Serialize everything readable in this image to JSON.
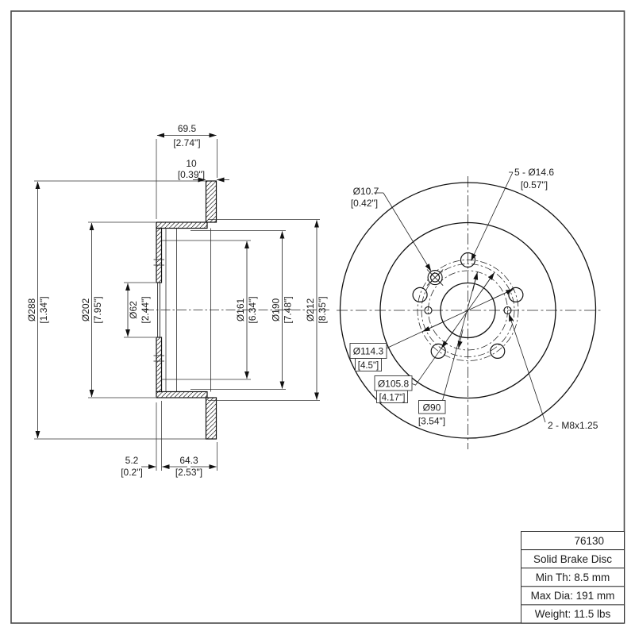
{
  "section": {
    "dims": {
      "total_width": {
        "mm": "69.5",
        "in": "[2.74\"]"
      },
      "disc_thickness": {
        "mm": "10",
        "in": "[0.39\"]"
      },
      "outer_diameter": {
        "mm": "Ø288",
        "in": "[1.34\"]"
      },
      "hat_diameter": {
        "mm": "Ø202",
        "in": "[7.95\"]"
      },
      "center_bore": {
        "mm": "Ø62",
        "in": "[2.44\"]"
      },
      "inner_dia_161": {
        "mm": "Ø161",
        "in": "[6.34\"]"
      },
      "inner_dia_190": {
        "mm": "Ø190",
        "in": "[7.48\"]"
      },
      "inner_dia_212": {
        "mm": "Ø212",
        "in": "[8.35\"]"
      },
      "plate_thickness": {
        "mm": "5.2",
        "in": "[0.2\"]"
      },
      "hat_depth": {
        "mm": "64.3",
        "in": "[2.53\"]"
      }
    }
  },
  "front": {
    "labels": {
      "pilot_hole": {
        "mm": "Ø10.7",
        "in": "[0.42\"]"
      },
      "lug_holes": {
        "mm": "5 - Ø14.6",
        "in": "[0.57\"]"
      },
      "bolt_circle": {
        "mm": "Ø114.3",
        "in": "[4.5\"]"
      },
      "pilot_circle": {
        "mm": "Ø105.8",
        "in": "[4.17\"]"
      },
      "service_circle": {
        "mm": "Ø90",
        "in": "[3.54\"]"
      },
      "service_thread": "2 - M8x1.25"
    }
  },
  "title_block": {
    "part_number": "76130",
    "product_type": "Solid Brake Disc",
    "min_thickness": "Min Th: 8.5 mm",
    "max_diameter": "Max Dia: 191 mm",
    "weight": "Weight: 11.5 lbs"
  }
}
